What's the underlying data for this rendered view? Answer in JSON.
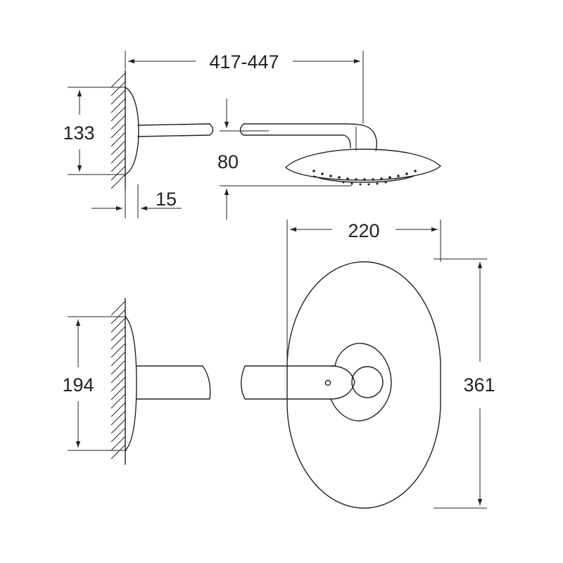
{
  "dimensions": {
    "arm_length": "417-447",
    "flange_height_side": "133",
    "head_drop": "80",
    "flange_depth": "15",
    "head_width": "220",
    "flange_height_top": "194",
    "head_length": "361"
  }
}
